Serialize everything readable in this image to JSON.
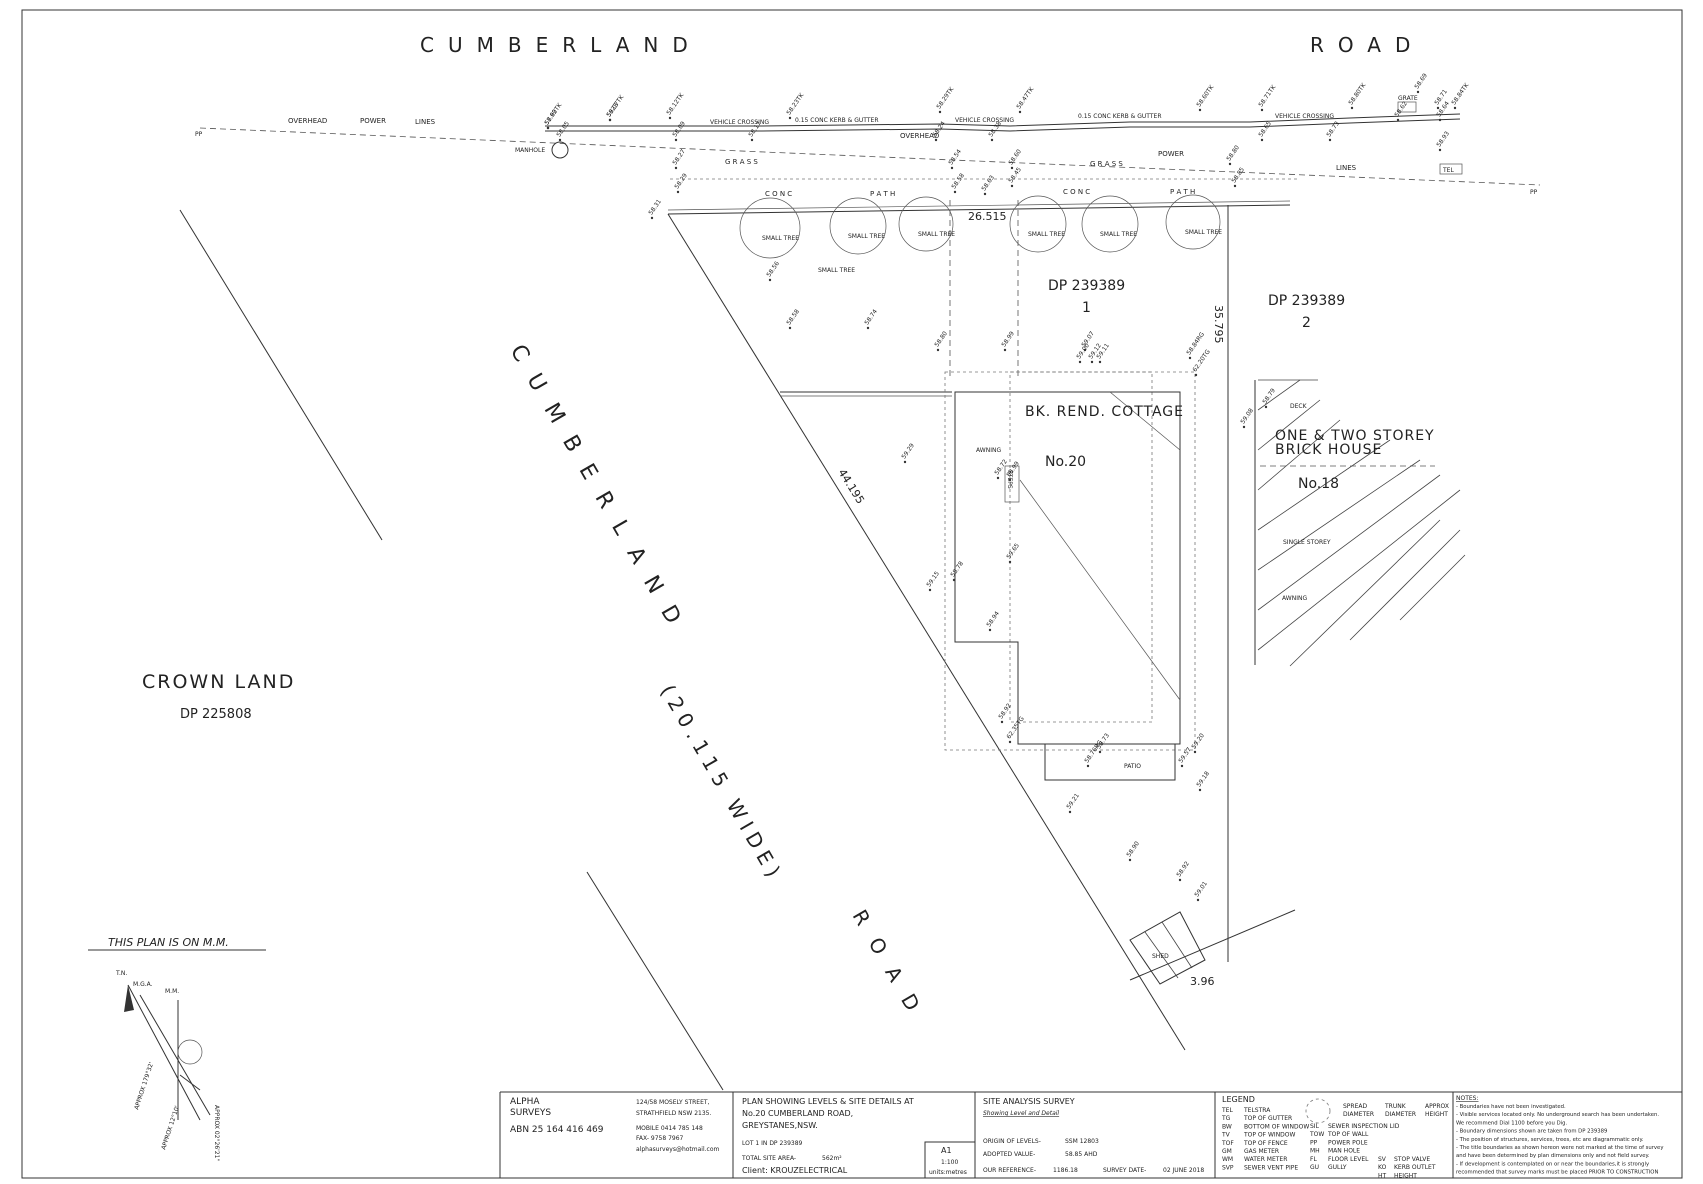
{
  "roads": {
    "top_left": "CUMBERLAND",
    "top_right": "ROAD",
    "diag_name": "CUMBERLAND",
    "diag_width": "(20.115 WIDE)",
    "diag_road": "ROAD"
  },
  "labels": {
    "overhead": "OVERHEAD",
    "power": "POWER",
    "lines": "LINES",
    "manhole": "MANHOLE",
    "vehicle_crossing": "VEHICLE CROSSING",
    "kerb_gutter": "0.15 CONC KERB & GUTTER",
    "grass": "G R A S S",
    "conc": "C O N C",
    "path": "P A T H",
    "small_tree": "SMALL TREE",
    "grate": "GRATE",
    "tel": "TEL",
    "pp": "PP",
    "awning": "AWNING",
    "steps": "STEPS",
    "patio": "PATIO",
    "shed": "SHED",
    "single_storey": "SINGLE STOREY",
    "deck": "DECK"
  },
  "lots": {
    "lot1_dp": "DP 239389",
    "lot1_no": "1",
    "lot2_dp": "DP 239389",
    "lot2_no": "2",
    "crown": "CROWN   LAND",
    "crown_dp": "DP 225808",
    "cottage": "BK. REND. COTTAGE",
    "cottage_no": "No.20",
    "neighbour_1": "ONE & TWO STOREY",
    "neighbour_2": "BRICK HOUSE",
    "neighbour_no": "No.18"
  },
  "dimensions": {
    "frontage": "26.515",
    "side_right": "35.795",
    "side_left": "44.195",
    "rear": "3.96"
  },
  "levels": [
    "57.99TK",
    "58.07TK",
    "58.12TK",
    "58.23TK",
    "58.29TK",
    "58.47TK",
    "58.60TK",
    "58.71TK",
    "58.80TK",
    "58.05",
    "58.09",
    "58.17",
    "58.24",
    "58.38",
    "58.65",
    "58.73",
    "58.62",
    "58.69",
    "58.71",
    "58.64",
    "58.84TK",
    "58.27",
    "58.54",
    "58.60",
    "58.93",
    "58.29",
    "58.31",
    "58.58",
    "58.63",
    "58.45",
    "58.85",
    "58.80",
    "58.56",
    "58.58",
    "58.74",
    "58.80",
    "58.99",
    "59.07",
    "59.12",
    "59.11",
    "58.84RG",
    "62.20TG",
    "59.29",
    "58.72",
    "58.99",
    "59.65",
    "59.15",
    "58.78",
    "58.94",
    "58.92",
    "62.35TG",
    "58.73",
    "58.76RG",
    "59.57",
    "59.20",
    "59.18",
    "59.21",
    "58.90",
    "58.92",
    "59.01",
    "59.00",
    "59.08",
    "58.79",
    "58.62",
    "5923"
  ],
  "north": {
    "tn": "T.N.",
    "mga": "M.G.A.",
    "mm": "M.M.",
    "note": "THIS PLAN IS ON M.M.",
    "a1": "APPROX 12°10'",
    "a2": "APPROX 179°32'",
    "a3": "APPROX 02°26'21\""
  },
  "title_block": {
    "company": "ALPHA",
    "company2": "SURVEYS",
    "abn": "ABN 25 164 416 469",
    "address1": "124/58 MOSELY STREET,",
    "address2": "STRATHFIELD NSW 2135.",
    "mobile": "MOBILE 0414 785 148",
    "fax": "FAX- 9758 7967",
    "email": "alphasurveys@hotmail.com",
    "plan1": "PLAN  SHOWING  LEVELS & SITE DETAILS AT",
    "plan2": "No.20 CUMBERLAND ROAD,",
    "plan3": "GREYSTANES,NSW.",
    "lot": "LOT 1 IN DP 239389",
    "site_area_label": "TOTAL SITE AREA-",
    "site_area": "562m²",
    "client": "Client:  KROUZELECTRICAL",
    "sheet": "A1",
    "scale": "1:100",
    "units": "units:metres",
    "survey_title": "SITE ANALYSIS SURVEY",
    "survey_sub": "Showing Level and Detail",
    "origin_label": "ORIGIN OF LEVELS-",
    "origin": "SSM 12803",
    "adopted_label": "ADOPTED VALUE-",
    "adopted": "58.85 AHD",
    "ref_label": "OUR REFERENCE-",
    "ref": "1186.18",
    "date_label": "SURVEY DATE-",
    "date": "02 JUNE 2018"
  },
  "legend": {
    "title": "LEGEND",
    "items": [
      [
        "TEL",
        "TELSTRA"
      ],
      [
        "TG",
        "TOP OF GUTTER"
      ],
      [
        "BW",
        "BOTTOM OF WINDOW"
      ],
      [
        "TV",
        "TOP OF WINDOW"
      ],
      [
        "TOF",
        "TOP OF FENCE"
      ],
      [
        "GM",
        "GAS METER"
      ],
      [
        "WM",
        "WATER METER"
      ],
      [
        "SVP",
        "SEWER VENT PIPE"
      ]
    ],
    "items2": [
      [
        "SIL",
        "SEWER INSPECTION LID"
      ],
      [
        "TOW",
        "TOP OF WALL"
      ],
      [
        "PP",
        "POWER POLE"
      ],
      [
        "MH",
        "MAN HOLE"
      ],
      [
        "FL",
        "FLOOR LEVEL"
      ],
      [
        "GU",
        "GULLY"
      ]
    ],
    "items3": [
      [
        "SV",
        "STOP VALVE"
      ],
      [
        "KO",
        "KERB OUTLET"
      ],
      [
        "HT",
        "HEIGHT"
      ]
    ],
    "spread": "SPREAD",
    "diameter": "DIAMETER",
    "trunk": "TRUNK",
    "trunk_d": "DIAMETER",
    "approx": "APPROX",
    "height": "HEIGHT"
  },
  "notes": {
    "title": "NOTES:",
    "lines": [
      "- Boundaries have not been investigated.",
      "- Visible services located only. No underground search has been undertaken.",
      "  We recommend Dial 1100 before you Dig.",
      "- Boundary dimensions shown are taken from DP 239389",
      "- The position of structures, services, trees, etc are diagrammatic only.",
      "- The title boundaries as shown hereon were not marked at the time of survey",
      "  and have been determined by plan dimensions only and not field survey.",
      "- If development is contemplated on or near the boundaries,it is strongly",
      "  recommended that survey marks must be placed PRIOR TO CONSTRUCTION"
    ]
  }
}
